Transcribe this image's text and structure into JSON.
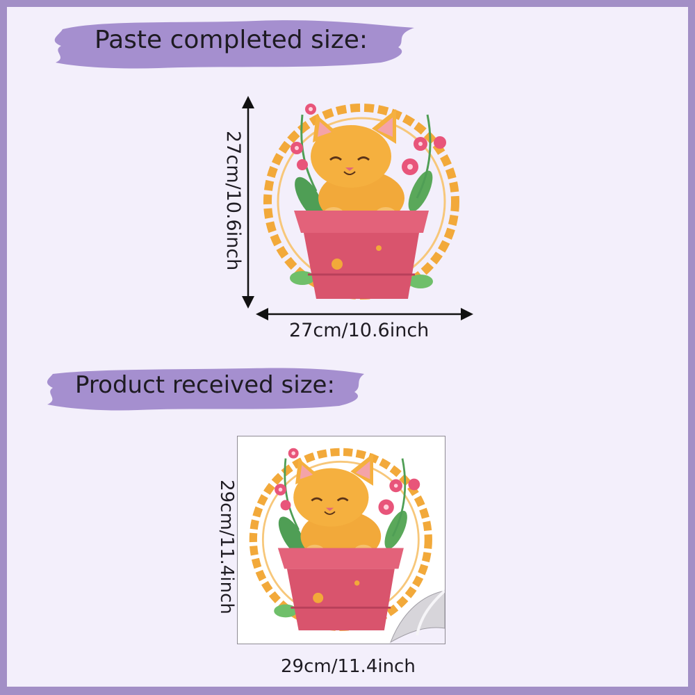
{
  "headings": {
    "completed": "Paste completed size:",
    "received": "Product  received size:"
  },
  "completed_size": {
    "height_label": "27cm/10.6inch",
    "width_label": "27cm/10.6inch"
  },
  "received_size": {
    "height_label": "29cm/11.4inch",
    "width_label": "29cm/11.4inch"
  },
  "colors": {
    "border": "#a28fc6",
    "background": "#f3effb",
    "banner": "#a58fcf",
    "pot": "#d9546d",
    "cat": "#f2a93a",
    "ring": "#f2a93a",
    "flower": "#e8557a",
    "leaf": "#5aa85a"
  },
  "icons": [
    "double-arrow-vertical-icon",
    "double-arrow-horizontal-icon",
    "cat-in-flowerpot-illustration",
    "peeling-corner-icon"
  ]
}
